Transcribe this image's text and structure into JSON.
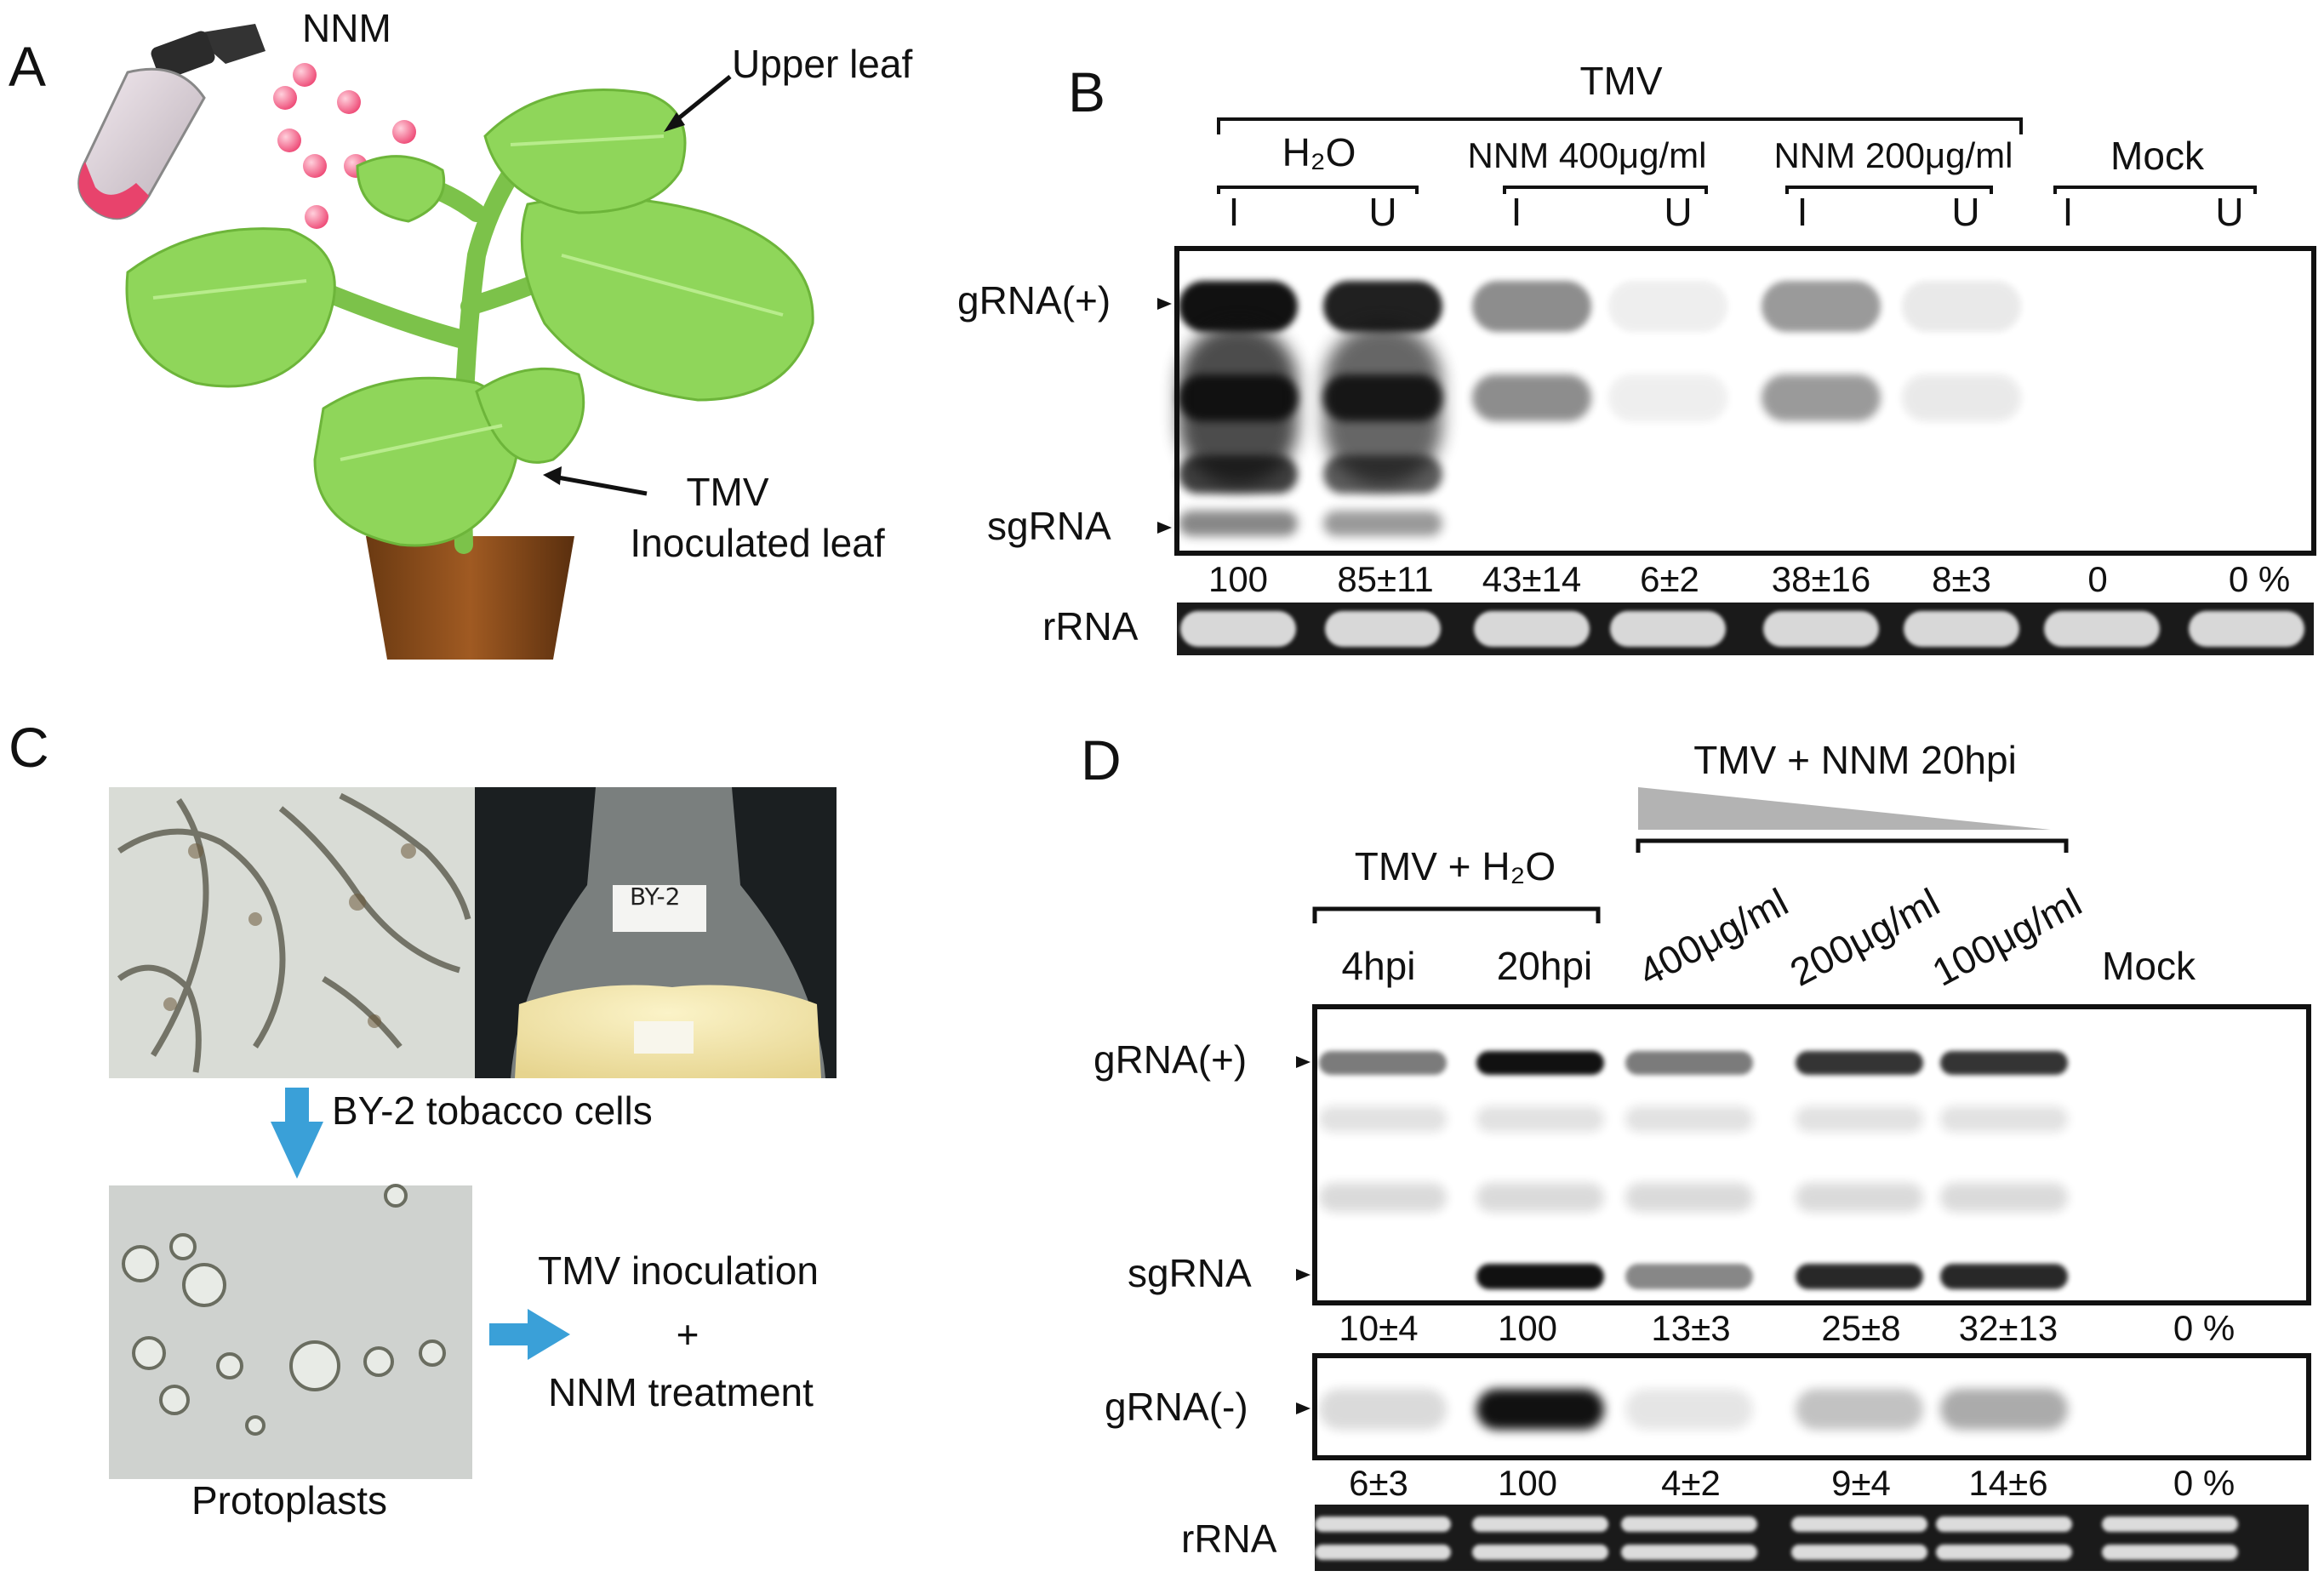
{
  "panels": {
    "a": {
      "letter": "A",
      "nnm_label": "NNM",
      "upper_leaf_label": "Upper leaf",
      "tmv_label": "TMV",
      "inoculated_leaf_label": "Inoculated leaf"
    },
    "b": {
      "letter": "B",
      "group_label": "TMV",
      "treatments": [
        "H₂O",
        "NNM 400μg/ml",
        "NNM 200μg/ml",
        "Mock"
      ],
      "lanes": [
        "I",
        "U",
        "I",
        "U",
        "I",
        "U",
        "I",
        "U"
      ],
      "band_labels": {
        "grna": "gRNA(+)",
        "sgrna": "sgRNA"
      },
      "quant": [
        "100",
        "85±11",
        "43±14",
        "6±2",
        "38±16",
        "8±3",
        "0",
        "0 %"
      ],
      "rrna_label": "rRNA"
    },
    "c": {
      "letter": "C",
      "cells_caption": "BY-2 tobacco cells",
      "flask_label": "BY-2",
      "protoplasts_caption": "Protoplasts",
      "step_line1": "TMV inoculation",
      "step_plus": "+",
      "step_line2": "NNM treatment"
    },
    "d": {
      "letter": "D",
      "group1_label": "TMV + H₂O",
      "group2_label": "TMV + NNM 20hpi",
      "lanes": [
        "4hpi",
        "20hpi",
        "400μg/ml",
        "200μg/ml",
        "100μg/ml",
        "Mock"
      ],
      "band_labels": {
        "grna_plus": "gRNA(+)",
        "sgrna": "sgRNA",
        "grna_minus": "gRNA(-)"
      },
      "quant_plus": [
        "10±4",
        "100",
        "13±3",
        "25±8",
        "32±13",
        "0 %"
      ],
      "quant_minus": [
        "6±3",
        "100",
        "4±2",
        "9±4",
        "14±6",
        "0 %"
      ],
      "rrna_label": "rRNA"
    }
  }
}
